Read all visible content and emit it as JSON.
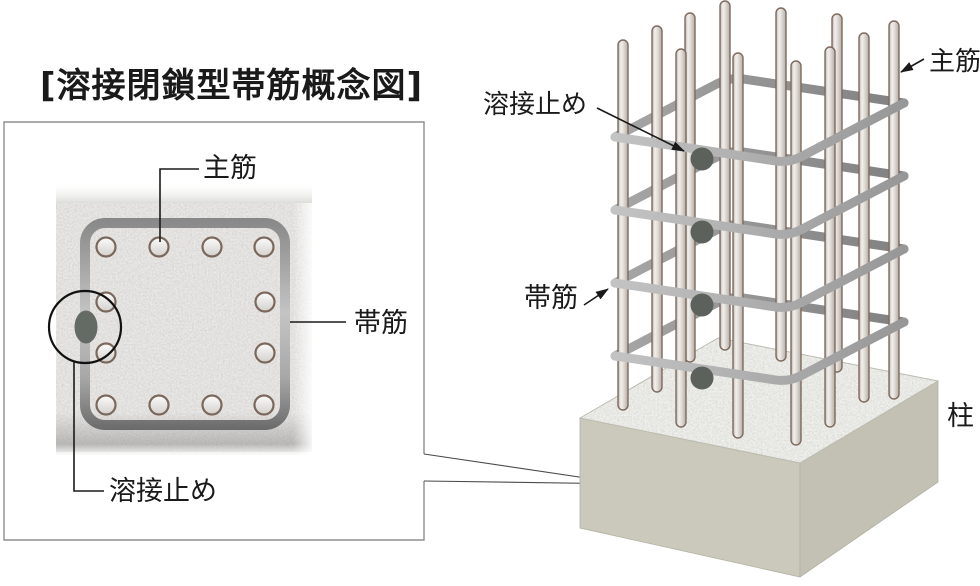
{
  "left_panel": {
    "title": "[溶接閉鎖型帯筋概念図]",
    "labels": {
      "main_rebar": "主筋",
      "hoop": "帯筋",
      "weld_stop": "溶接止め"
    }
  },
  "right_figure": {
    "labels": {
      "weld_stop": "溶接止め",
      "main_rebar": "主筋",
      "hoop": "帯筋",
      "column": "柱"
    }
  },
  "colors": {
    "background": "#ffffff",
    "concrete_texture": "#eceae8",
    "hoop_gray_2d_dark": "#6a6a6a",
    "hoop_gray_2d_light": "#c4c4c4",
    "hoop_gray_3d_back": "#8a8a8a",
    "hoop_gray_3d_front": "#b7b7b7",
    "rebar_outline": "#7e6b5e",
    "rebar_fill_light": "#f2f0ee",
    "weld_spot": "#5c615c",
    "base_top": "#f2f2ee",
    "base_front": "#cac9bb",
    "base_side": "#c2c1b3",
    "line_black": "#1a1a1a",
    "box_border": "#8f8f8f"
  }
}
